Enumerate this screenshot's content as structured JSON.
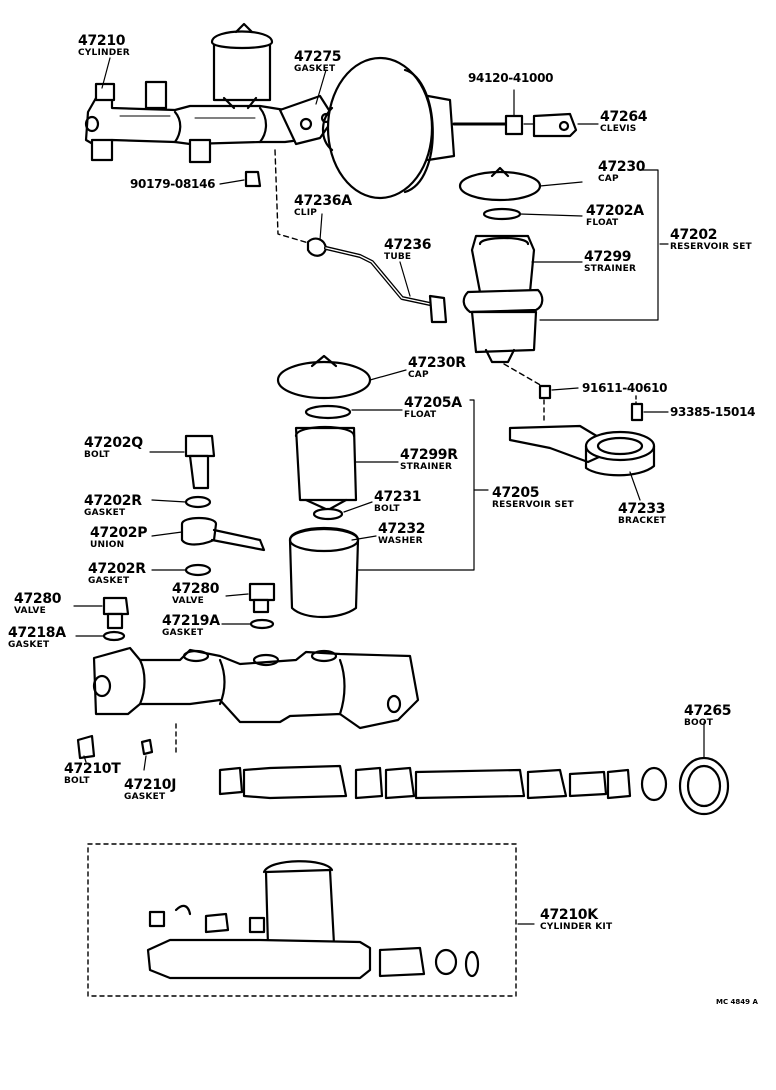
{
  "labels": [
    {
      "id": "47210",
      "num": "47210",
      "name": "CYLINDER"
    },
    {
      "id": "47275",
      "num": "47275",
      "name": "GASKET"
    },
    {
      "id": "94120",
      "num": "94120-41000",
      "name": ""
    },
    {
      "id": "47264",
      "num": "47264",
      "name": "CLEVIS"
    },
    {
      "id": "90179",
      "num": "90179-08146",
      "name": ""
    },
    {
      "id": "47230",
      "num": "47230",
      "name": "CAP"
    },
    {
      "id": "47202A",
      "num": "47202A",
      "name": "FLOAT"
    },
    {
      "id": "47202",
      "num": "47202",
      "name": "RESERVOIR SET"
    },
    {
      "id": "47236A",
      "num": "47236A",
      "name": "CLIP"
    },
    {
      "id": "47236",
      "num": "47236",
      "name": "TUBE"
    },
    {
      "id": "47299",
      "num": "47299",
      "name": "STRAINER"
    },
    {
      "id": "47230R",
      "num": "47230R",
      "name": "CAP"
    },
    {
      "id": "91611",
      "num": "91611-40610",
      "name": ""
    },
    {
      "id": "47205A",
      "num": "47205A",
      "name": "FLOAT"
    },
    {
      "id": "93385",
      "num": "93385-15014",
      "name": ""
    },
    {
      "id": "47202Q",
      "num": "47202Q",
      "name": "BOLT"
    },
    {
      "id": "47299R",
      "num": "47299R",
      "name": "STRAINER"
    },
    {
      "id": "47202R1",
      "num": "47202R",
      "name": "GASKET"
    },
    {
      "id": "47231",
      "num": "47231",
      "name": "BOLT"
    },
    {
      "id": "47205",
      "num": "47205",
      "name": "RESERVOIR SET"
    },
    {
      "id": "47233",
      "num": "47233",
      "name": "BRACKET"
    },
    {
      "id": "47202P",
      "num": "47202P",
      "name": "UNION"
    },
    {
      "id": "47232",
      "num": "47232",
      "name": "WASHER"
    },
    {
      "id": "47202R2",
      "num": "47202R",
      "name": "GASKET"
    },
    {
      "id": "47280a",
      "num": "47280",
      "name": "VALVE"
    },
    {
      "id": "47280b",
      "num": "47280",
      "name": "VALVE"
    },
    {
      "id": "47219A",
      "num": "47219A",
      "name": "GASKET"
    },
    {
      "id": "47218A",
      "num": "47218A",
      "name": "GASKET"
    },
    {
      "id": "47265",
      "num": "47265",
      "name": "BOOT"
    },
    {
      "id": "47210T",
      "num": "47210T",
      "name": "BOLT"
    },
    {
      "id": "47210J",
      "num": "47210J",
      "name": "GASKET"
    },
    {
      "id": "47210K",
      "num": "47210K",
      "name": "CYLINDER KIT"
    }
  ],
  "footer_code": "MC 4849 A"
}
